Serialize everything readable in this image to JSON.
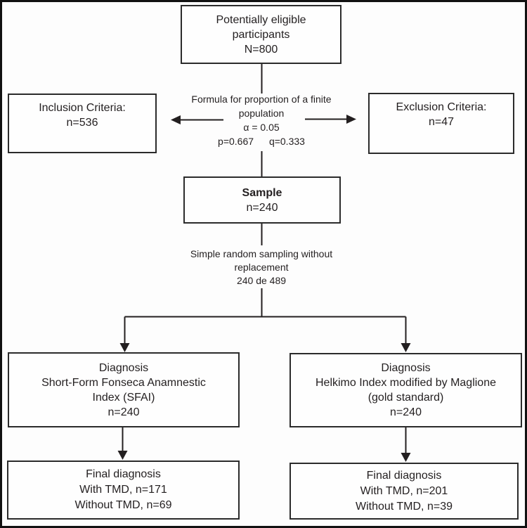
{
  "diagram": {
    "boxes": {
      "eligible": {
        "lines": [
          "Potentially eligible",
          "participants",
          "N=800"
        ]
      },
      "inclusion": {
        "lines": [
          "Inclusion Criteria:",
          "n=536"
        ]
      },
      "exclusion": {
        "lines": [
          "Exclusion Criteria:",
          "n=47"
        ]
      },
      "sample": {
        "lines": [
          "Sample",
          "n=240"
        ]
      },
      "diagnosis_sfai": {
        "lines": [
          "Diagnosis",
          "Short-Form Fonseca Anamnestic",
          "Index (SFAI)",
          "n=240"
        ]
      },
      "diagnosis_helkimo": {
        "lines": [
          "Diagnosis",
          "Helkimo Index modified by Maglione",
          "(gold standard)",
          "n=240"
        ]
      },
      "final_sfai": {
        "lines": [
          "Final diagnosis",
          "With TMD, n=171",
          "Without TMD, n=69"
        ]
      },
      "final_helkimo": {
        "lines": [
          "Final diagnosis",
          "With TMD, n=201",
          "Without TMD, n=39"
        ]
      }
    },
    "annotations": {
      "formula": {
        "line1": "Formula for proportion of a finite",
        "line2": "population",
        "line3": "α = 0.05",
        "line4a": "p=0.667",
        "line4b": "q=0.333"
      },
      "sampling": {
        "line1": "Simple random sampling without",
        "line2": "replacement",
        "line3": "240 de 489"
      }
    },
    "colors": {
      "line": "#231f20",
      "text": "#231f20",
      "background": "#ffffff"
    }
  }
}
